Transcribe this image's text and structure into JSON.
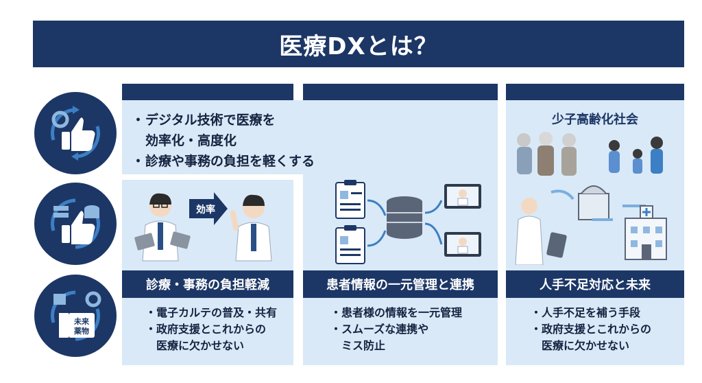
{
  "title": "医療DXとは？",
  "top_panel": {
    "bullets": [
      "デジタル技術で医療を",
      "効率化・高度化",
      "診療や事務の負担を軽くする"
    ]
  },
  "left_panel": {
    "arrow_label": "効率",
    "section_title": "診療・事務の負担軽減",
    "bullets": [
      "電子カルテの普及・共有",
      "政府支援とこれからの",
      "医療に欠かせない"
    ]
  },
  "middle_panel": {
    "section_title": "患者情報の一元管理と連携",
    "bullets": [
      "患者様の情報を一元管理",
      "スムーズな連携や",
      "ミス防止"
    ]
  },
  "right_panel": {
    "top_label": "少子高齢化社会",
    "section_title": "人手不足対応と未来",
    "bullets": [
      "人手不足を補う手段",
      "政府支援とこれからの",
      "医療に欠かせない"
    ]
  },
  "circle_badge_text": [
    "未来",
    "薬物"
  ],
  "colors": {
    "navy": "#1c3766",
    "light_blue": "#d9e9f7",
    "accent": "#3d7fc4"
  }
}
